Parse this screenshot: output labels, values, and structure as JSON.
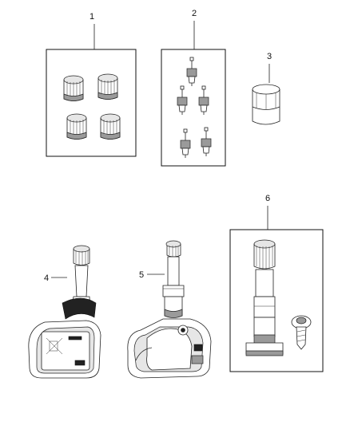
{
  "diagram": {
    "callouts": [
      {
        "id": "1"
      },
      {
        "id": "2"
      },
      {
        "id": "3"
      },
      {
        "id": "4"
      },
      {
        "id": "5"
      },
      {
        "id": "6"
      }
    ]
  }
}
